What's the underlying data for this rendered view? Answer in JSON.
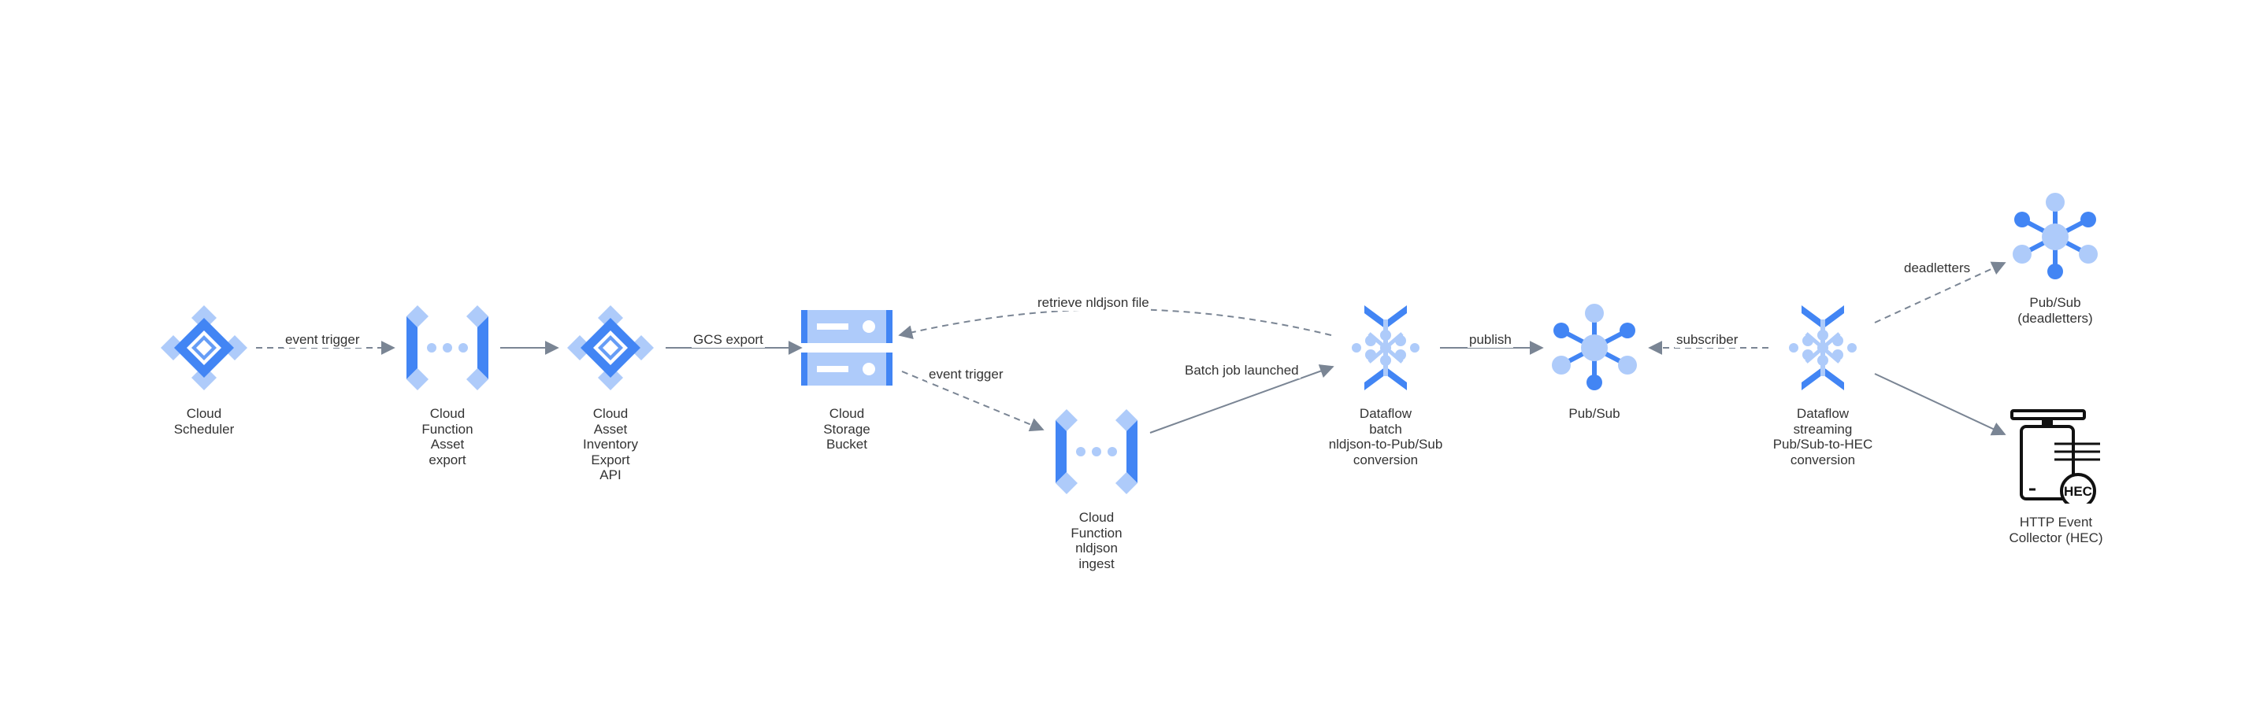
{
  "colors": {
    "primary": "#4285f4",
    "light": "#aecbfa",
    "mid": "#669df6",
    "edge": "#7a8594",
    "text": "#333333",
    "dark": "#111111"
  },
  "nodes": {
    "scheduler": {
      "label": "Cloud\nScheduler",
      "icon": "cloud-scheduler-icon"
    },
    "cf_export": {
      "label": "Cloud\nFunction\nAsset\nexport",
      "icon": "cloud-functions-icon"
    },
    "asset_api": {
      "label": "Cloud\nAsset\nInventory\nExport\nAPI",
      "icon": "cloud-asset-inventory-icon"
    },
    "storage": {
      "label": "Cloud\nStorage\nBucket",
      "icon": "cloud-storage-icon"
    },
    "cf_ingest": {
      "label": "Cloud\nFunction\nnldjson\ningest",
      "icon": "cloud-functions-icon"
    },
    "dataflow_batch": {
      "label": "Dataflow\nbatch\nnldjson-to-Pub/Sub\nconversion",
      "icon": "dataflow-icon"
    },
    "pubsub": {
      "label": "Pub/Sub",
      "icon": "pubsub-icon"
    },
    "dataflow_stream": {
      "label": "Dataflow\nstreaming\nPub/Sub-to-HEC\nconversion",
      "icon": "dataflow-icon"
    },
    "pubsub_dead": {
      "label": "Pub/Sub\n(deadletters)",
      "icon": "pubsub-icon"
    },
    "hec": {
      "label": "HTTP Event\nCollector (HEC)",
      "icon": "hec-server-icon",
      "badge": "HEC"
    }
  },
  "edges": {
    "e1": {
      "label": "event trigger",
      "dashed": true
    },
    "e2": {
      "label": "",
      "dashed": false
    },
    "e3": {
      "label": "GCS export",
      "dashed": false
    },
    "e4": {
      "label": "event trigger",
      "dashed": true
    },
    "e5": {
      "label": "Batch job launched",
      "dashed": false
    },
    "e6": {
      "label": "retrieve nldjson file",
      "dashed": true
    },
    "e7": {
      "label": "publish",
      "dashed": false
    },
    "e8": {
      "label": "subscriber",
      "dashed": true
    },
    "e9": {
      "label": "deadletters",
      "dashed": true
    },
    "e10": {
      "label": "",
      "dashed": false
    }
  }
}
